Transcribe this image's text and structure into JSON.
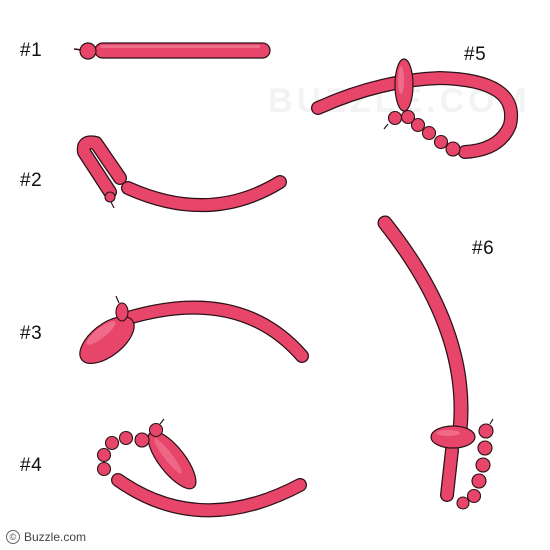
{
  "steps": [
    {
      "label": "#1"
    },
    {
      "label": "#2"
    },
    {
      "label": "#3"
    },
    {
      "label": "#4"
    },
    {
      "label": "#5"
    },
    {
      "label": "#6"
    }
  ],
  "watermark": "BUZZLE.COM",
  "credit": {
    "icon": "©",
    "text": "Buzzle.com"
  },
  "colors": {
    "balloon": "#e8456a",
    "outline": "#2a1216",
    "highlight": "#f58aa3"
  }
}
